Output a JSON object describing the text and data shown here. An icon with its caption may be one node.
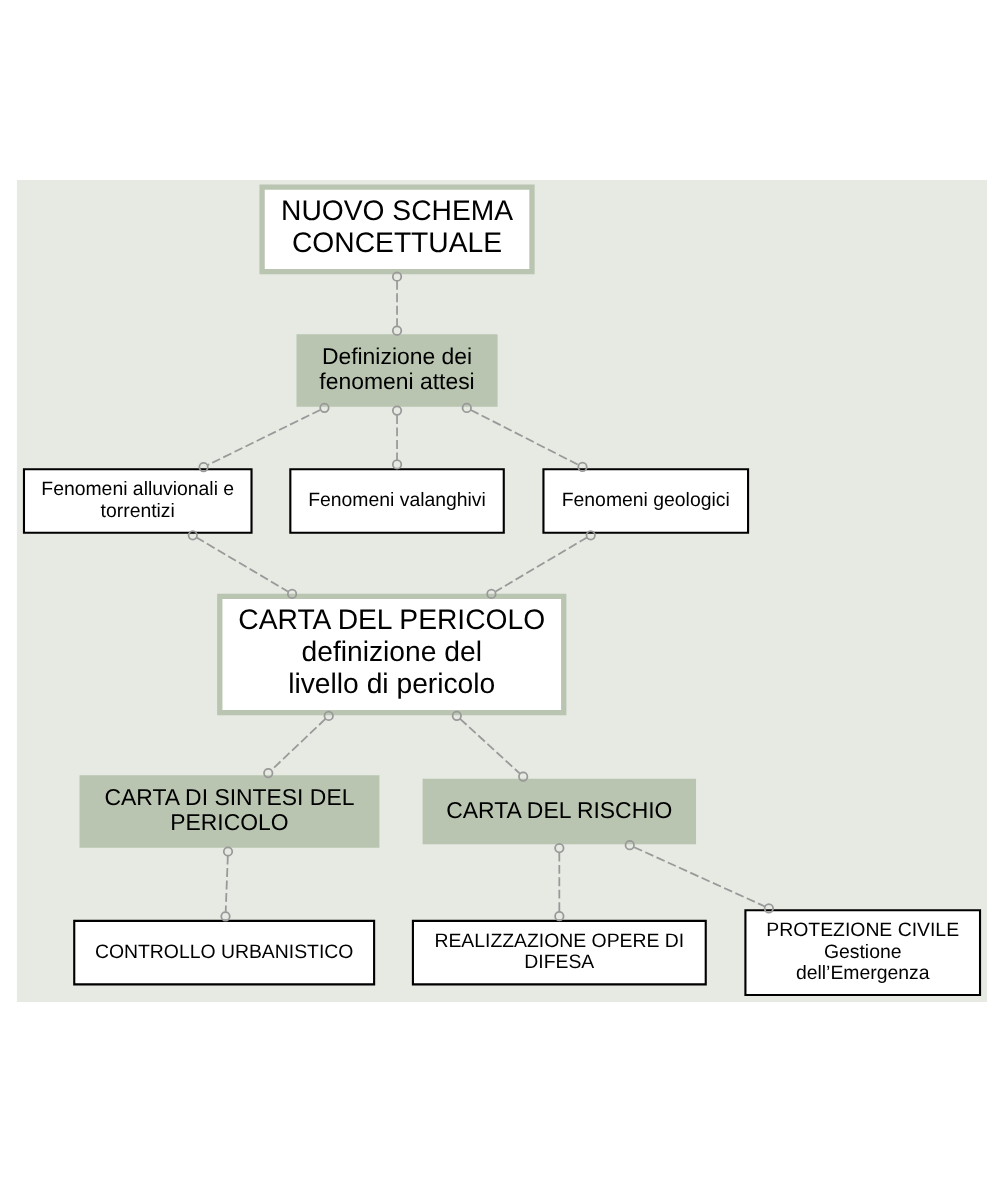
{
  "diagram": {
    "nodes": [
      {
        "text": [
          "NUOVO SCHEMA CONCETTUALE"
        ]
      },
      {
        "text": [
          "Definizione dei fenomeni attesi"
        ]
      },
      {
        "text": [
          "Fenomeni alluvionali e torrentizi"
        ]
      },
      {
        "text": [
          "Fenomeni valanghivi"
        ]
      },
      {
        "text": [
          "Fenomeni geologici"
        ]
      },
      {
        "text": [
          "CARTA DEL PERICOLO",
          "definizione del livello di pericolo"
        ]
      },
      {
        "text": [
          "CARTA DI SINTESI DEL PERICOLO"
        ]
      },
      {
        "text": [
          "CARTA DEL RISCHIO"
        ]
      },
      {
        "text": [
          "CONTROLLO URBANISTICO"
        ]
      },
      {
        "text": [
          "REALIZZAZIONE OPERE DI DIFESA"
        ]
      },
      {
        "text": [
          "PROTEZIONE CIVILE",
          "Gestione dell’Emergenza"
        ]
      }
    ],
    "edges": [
      {
        "from": 0,
        "to": 1,
        "arrow": "other",
        "style": "dashed"
      },
      {
        "from": 1,
        "to": 2,
        "arrow": "other",
        "style": "dashed"
      },
      {
        "from": 1,
        "to": 3,
        "arrow": "other",
        "style": "dashed"
      },
      {
        "from": 1,
        "to": 4,
        "arrow": "other",
        "style": "dashed"
      },
      {
        "from": 2,
        "to": 5,
        "arrow": "other",
        "style": "dashed"
      },
      {
        "from": 4,
        "to": 5,
        "arrow": "other",
        "style": "dashed"
      },
      {
        "from": 5,
        "to": 6,
        "arrow": "other",
        "style": "dashed"
      },
      {
        "from": 5,
        "to": 7,
        "arrow": "other",
        "style": "dashed"
      },
      {
        "from": 6,
        "to": 8,
        "arrow": "other",
        "style": "dashed"
      },
      {
        "from": 7,
        "to": 9,
        "arrow": "other",
        "style": "dashed"
      },
      {
        "from": 7,
        "to": 10,
        "arrow": "other",
        "style": "dashed"
      }
    ]
  }
}
